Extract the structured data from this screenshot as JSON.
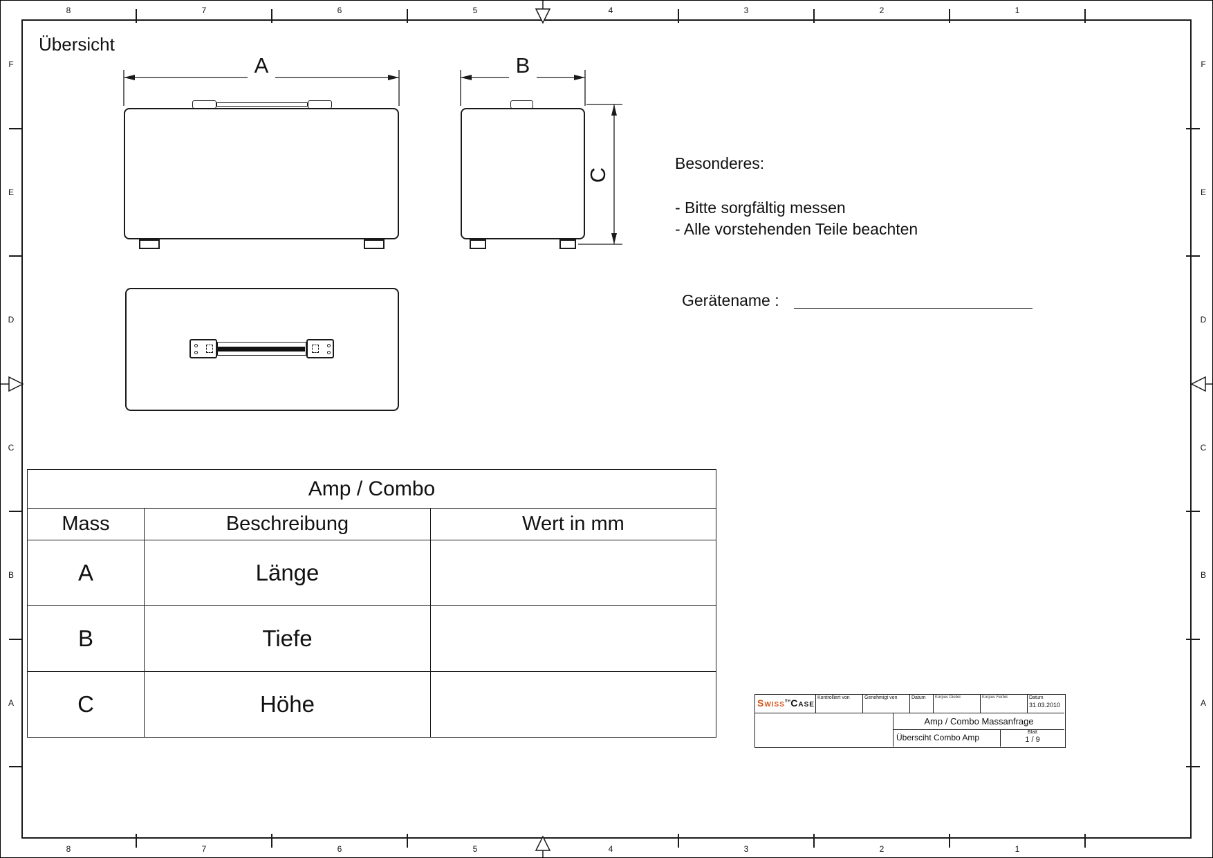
{
  "colors": {
    "line": "#1a1a1a",
    "logo_accent": "#d4551a"
  },
  "frame": {
    "columns": [
      "8",
      "7",
      "6",
      "5",
      "4",
      "3",
      "2",
      "1"
    ],
    "rows": [
      "F",
      "E",
      "D",
      "C",
      "B",
      "A"
    ]
  },
  "heading": "Übersicht",
  "views": {
    "dim_a": "A",
    "dim_b": "B",
    "dim_c": "C"
  },
  "notes": {
    "heading": "Besonderes:",
    "line1": "- Bitte sorgfältig messen",
    "line2": "- Alle vorstehenden Teile beachten",
    "device_label": "Gerätename :"
  },
  "table": {
    "title": "Amp / Combo",
    "col_mass": "Mass",
    "col_desc": "Beschreibung",
    "col_value": "Wert in mm",
    "rows": [
      {
        "mass": "A",
        "desc": "Länge",
        "value": ""
      },
      {
        "mass": "B",
        "desc": "Tiefe",
        "value": ""
      },
      {
        "mass": "C",
        "desc": "Höhe",
        "value": ""
      }
    ]
  },
  "titleblock": {
    "logo_swiss": "Swiss",
    "logo_the": "the",
    "logo_case": "Case",
    "kontrolliert": "Kontrolliert von",
    "genehmigt": "Genehmigt von",
    "datum1": "Datum",
    "name1": "Korpus Diebic",
    "name2": "Korpus Ferbic",
    "datum2": "Datum",
    "date": "31.03.2010",
    "project": "Amp / Combo Massanfrage",
    "sheet": "Übersciht Combo Amp",
    "blatt": "Blatt",
    "page": "1 / 9"
  }
}
